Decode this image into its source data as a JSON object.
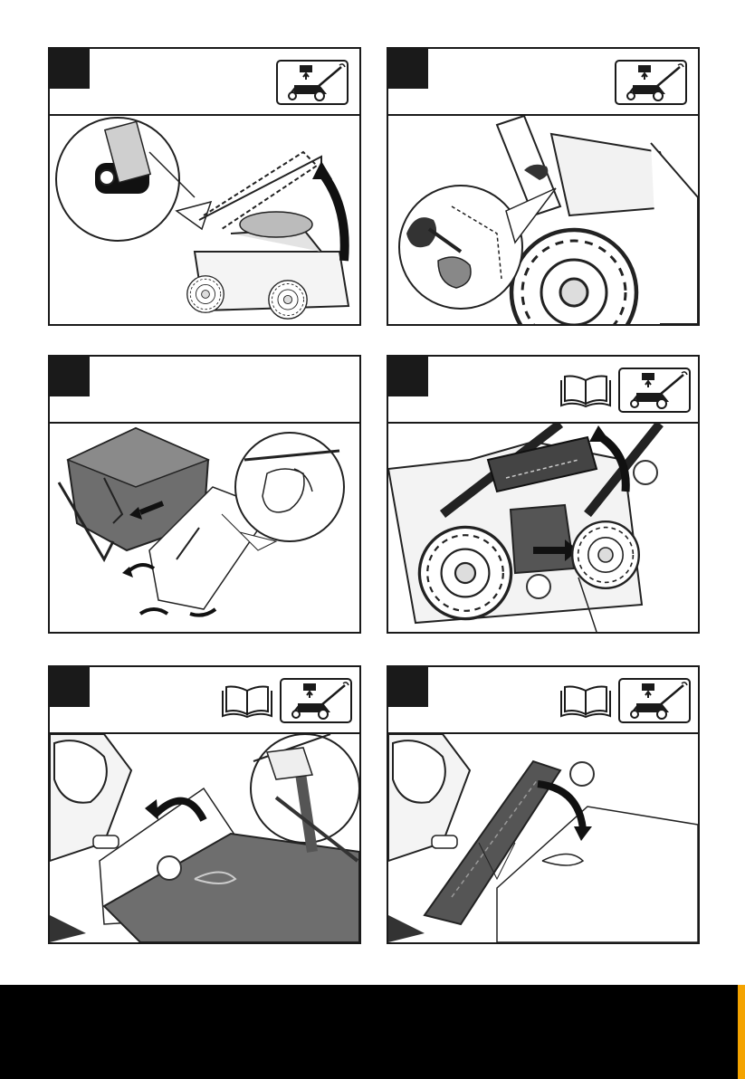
{
  "page": {
    "panels": [
      {
        "id": "panel-1",
        "has_book_icon": false,
        "has_mower_icon": true
      },
      {
        "id": "panel-2",
        "has_book_icon": false,
        "has_mower_icon": true
      },
      {
        "id": "panel-3",
        "has_book_icon": false,
        "has_mower_icon": false
      },
      {
        "id": "panel-4",
        "has_book_icon": true,
        "has_mower_icon": true
      },
      {
        "id": "panel-5",
        "has_book_icon": true,
        "has_mower_icon": true
      },
      {
        "id": "panel-6",
        "has_book_icon": true,
        "has_mower_icon": true
      }
    ],
    "icons": {
      "manual": "open-book-icon",
      "battery": "remove-battery-mower-icon",
      "rotate": "curved-arrow-icon"
    },
    "colors": {
      "frame": "#1a1a1a",
      "footer": "#000000",
      "footer_accent": "#f4a300",
      "catcher_fill": "#6e6e6e"
    }
  }
}
